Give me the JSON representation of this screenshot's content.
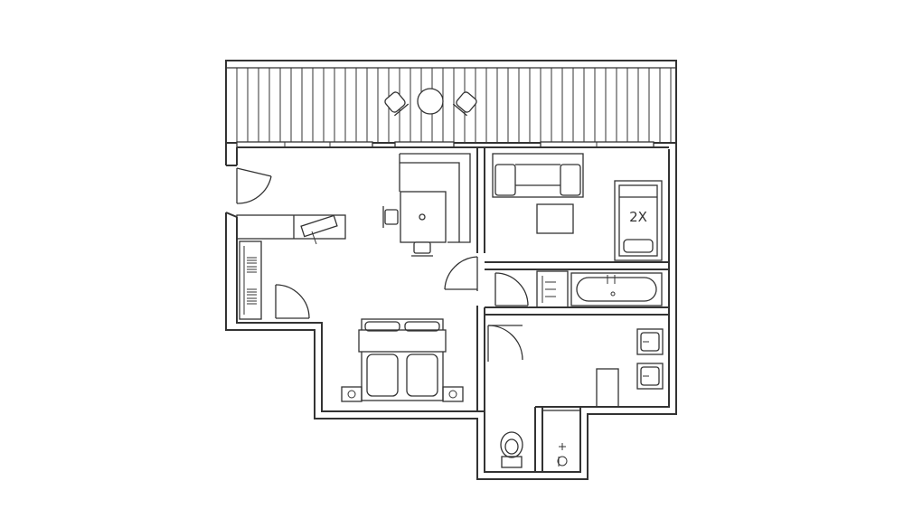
{
  "colors": {
    "line": "#333333",
    "background": "#ffffff"
  },
  "plan": {
    "rooms": [
      {
        "id": "living-room",
        "furniture": [
          "dining-table",
          "chair",
          "chair",
          "corner-sofa",
          "desk-counter",
          "wardrobe"
        ]
      },
      {
        "id": "bedroom",
        "furniture": [
          "double-bed",
          "nightstand",
          "nightstand"
        ]
      },
      {
        "id": "second-bedroom",
        "furniture": [
          "sofa",
          "coffee-table",
          "bunk-bed"
        ]
      },
      {
        "id": "bathroom",
        "furniture": [
          "bathtub",
          "vanity"
        ]
      },
      {
        "id": "wc-room",
        "furniture": [
          "sink",
          "sink",
          "toilet",
          "shower"
        ]
      },
      {
        "id": "terrace",
        "furniture": [
          "round-table",
          "chair",
          "chair"
        ]
      }
    ],
    "labels": {
      "bunk_bed": "2X"
    }
  }
}
